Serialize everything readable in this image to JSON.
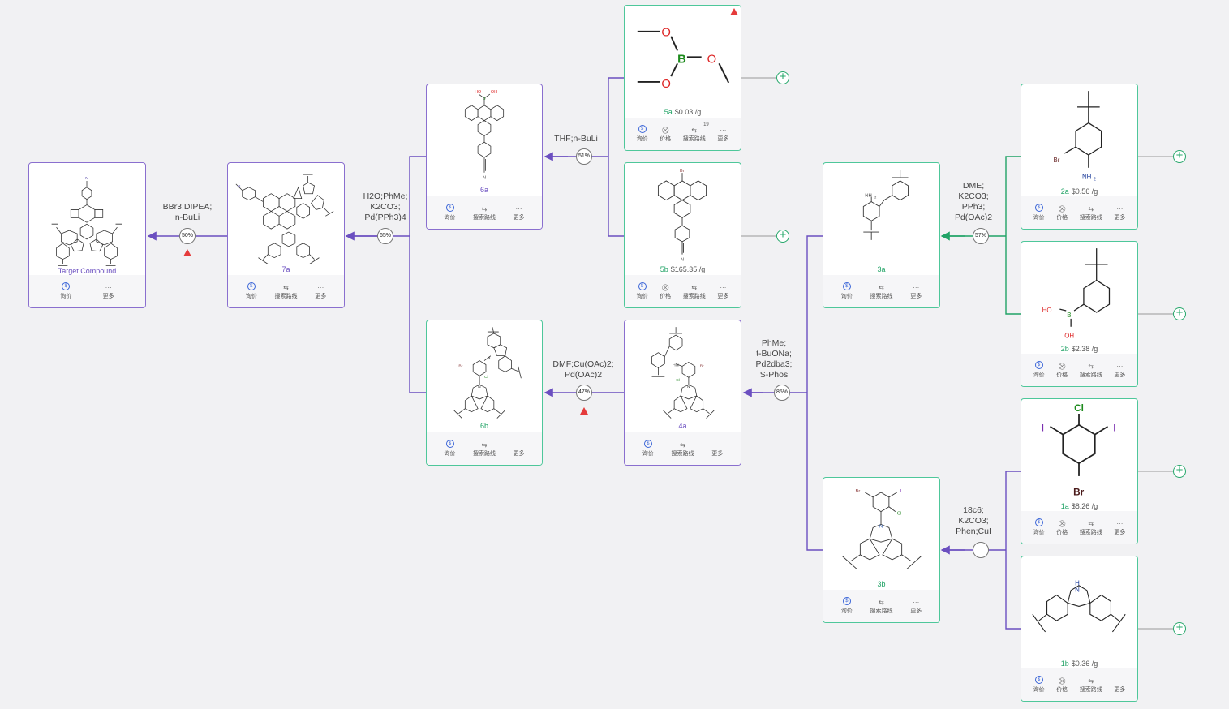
{
  "status_colors": {
    "route_purple": "#6b4fc0",
    "route_green": "#21a366",
    "warning": "#e53b3b"
  },
  "icons": {
    "inquire": "coin-icon",
    "price": "cart-icon",
    "route": "route-search-icon",
    "more": "more-dots-icon",
    "expand": "plus-circle-icon",
    "warning": "warning-triangle-icon"
  },
  "actions": {
    "inquire": "询价",
    "price": "价格",
    "search_route": "搜索路线",
    "more": "更多",
    "more_glyph": "···",
    "inquire_glyph": "$",
    "price_glyph": "⛒",
    "route_glyph": "⇆"
  },
  "expand_glyph": "+",
  "nodes": {
    "target": {
      "name": "Target Compound"
    },
    "n7a": {
      "name": "7a"
    },
    "n6a": {
      "name": "6a"
    },
    "n6b": {
      "name": "6b"
    },
    "n5a": {
      "name": "5a",
      "price": "$0.03 /g",
      "route_count": "19"
    },
    "n5b": {
      "name": "5b",
      "price": "$165.35 /g"
    },
    "n4a": {
      "name": "4a"
    },
    "n3a": {
      "name": "3a"
    },
    "n3b": {
      "name": "3b"
    },
    "n2a": {
      "name": "2a",
      "price": "$0.56 /g"
    },
    "n2b": {
      "name": "2b",
      "price": "$2.38 /g"
    },
    "n1a": {
      "name": "1a",
      "price": "$8.26 /g"
    },
    "n1b": {
      "name": "1b",
      "price": "$0.36 /g"
    }
  },
  "reactions": {
    "r1": {
      "conditions": [
        "BBr3;DIPEA;",
        "n-BuLi"
      ],
      "yield": "50%"
    },
    "r2": {
      "conditions": [
        "H2O;PhMe;",
        "K2CO3;",
        "Pd(PPh3)4"
      ],
      "yield": "65%"
    },
    "r3": {
      "conditions": [
        "THF;n-BuLi"
      ],
      "yield": "51%"
    },
    "r4": {
      "conditions": [
        "DMF;Cu(OAc)2;",
        "Pd(OAc)2"
      ],
      "yield": "47%"
    },
    "r5": {
      "conditions": [
        "PhMe;",
        "t-BuONa;",
        "Pd2dba3;",
        "S-Phos"
      ],
      "yield": "85%"
    },
    "r6": {
      "conditions": [
        "DME;",
        "K2CO3;",
        "PPh3;",
        "Pd(OAc)2"
      ],
      "yield": "57%"
    },
    "r7": {
      "conditions": [
        "18c6;",
        "K2CO3;",
        "Phen;CuI"
      ],
      "yield": ""
    }
  },
  "atom_labels": {
    "hydroxyl": "HO",
    "hydroxyl_r": "OH",
    "oxygen": "O",
    "boron": "B",
    "bromine": "Br",
    "chlorine": "Cl",
    "iodine": "I",
    "nitrogen": "N",
    "amine": "NH",
    "amine_sub": "2",
    "amine_nh": "H",
    "methyl_n": "N"
  }
}
